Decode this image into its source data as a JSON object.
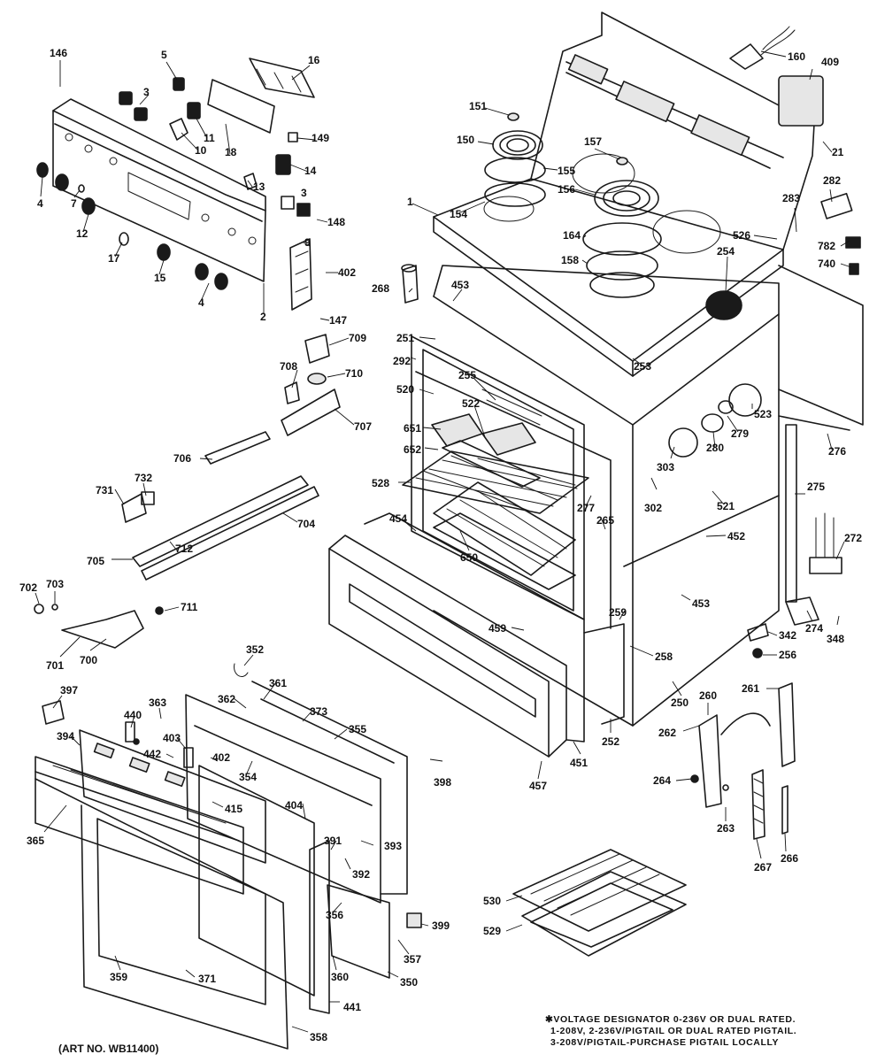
{
  "art_number": "(ART NO. WB11400)",
  "notes": [
    "✱VOLTAGE DESIGNATOR 0-236V OR DUAL RATED.",
    "1-208V, 2-236V/PIGTAIL OR DUAL RATED PIGTAIL.",
    "3-208V/PIGTAIL-PURCHASE PIGTAIL LOCALLY"
  ],
  "callouts": {
    "c146": "146",
    "c5": "5",
    "c16": "16",
    "c3a": "3",
    "c11": "11",
    "c18": "18",
    "c149": "149",
    "c10": "10",
    "c14": "14",
    "c13": "13",
    "c3b": "3",
    "c148": "148",
    "c4a": "4",
    "c7": "7",
    "c12": "12",
    "c9": "9",
    "c17": "17",
    "c15": "15",
    "c402a": "402",
    "c4b": "4",
    "c2": "2",
    "c147": "147",
    "c1": "1",
    "c151": "151",
    "c150": "150",
    "c157": "157",
    "c155": "155",
    "c156": "156",
    "c154": "154",
    "c164": "164",
    "c158": "158",
    "c160": "160",
    "c409": "409",
    "c21": "21",
    "c282": "282",
    "c283": "283",
    "c526": "526",
    "c782": "782",
    "c740": "740",
    "c254": "254",
    "c268": "268",
    "c453a": "453",
    "c251": "251",
    "c709": "709",
    "c292": "292",
    "c708": "708",
    "c710": "710",
    "c253": "253",
    "c520": "520",
    "c255": "255",
    "c522": "522",
    "c651": "651",
    "c652": "652",
    "c707": "707",
    "c706": "706",
    "c523": "523",
    "c279": "279",
    "c280": "280",
    "c276": "276",
    "c303": "303",
    "c528": "528",
    "c731": "731",
    "c732": "732",
    "c277": "277",
    "c265": "265",
    "c302": "302",
    "c521": "521",
    "c275": "275",
    "c704": "704",
    "c454": "454",
    "c452": "452",
    "c272": "272",
    "c712": "712",
    "c705": "705",
    "c650": "650",
    "c702": "702",
    "c703": "703",
    "c711": "711",
    "c453b": "453",
    "c259": "259",
    "c274": "274",
    "c348": "348",
    "c459": "459",
    "c342": "342",
    "c256": "256",
    "c701": "701",
    "c700": "700",
    "c258": "258",
    "c352": "352",
    "c397": "397",
    "c361": "361",
    "c362": "362",
    "c363": "363",
    "c373": "373",
    "c355": "355",
    "c250": "250",
    "c260": "260",
    "c261": "261",
    "c440": "440",
    "c403": "403",
    "c262": "262",
    "c394": "394",
    "c442": "442",
    "c402b": "402",
    "c354": "354",
    "c252": "252",
    "c451": "451",
    "c398": "398",
    "c457": "457",
    "c264": "264",
    "c415": "415",
    "c404": "404",
    "c263": "263",
    "c365": "365",
    "c391": "391",
    "c393": "393",
    "c392": "392",
    "c267": "267",
    "c266": "266",
    "c530": "530",
    "c356": "356",
    "c399": "399",
    "c529": "529",
    "c357": "357",
    "c359": "359",
    "c371": "371",
    "c360": "360",
    "c350": "350",
    "c441": "441",
    "c358": "358"
  }
}
